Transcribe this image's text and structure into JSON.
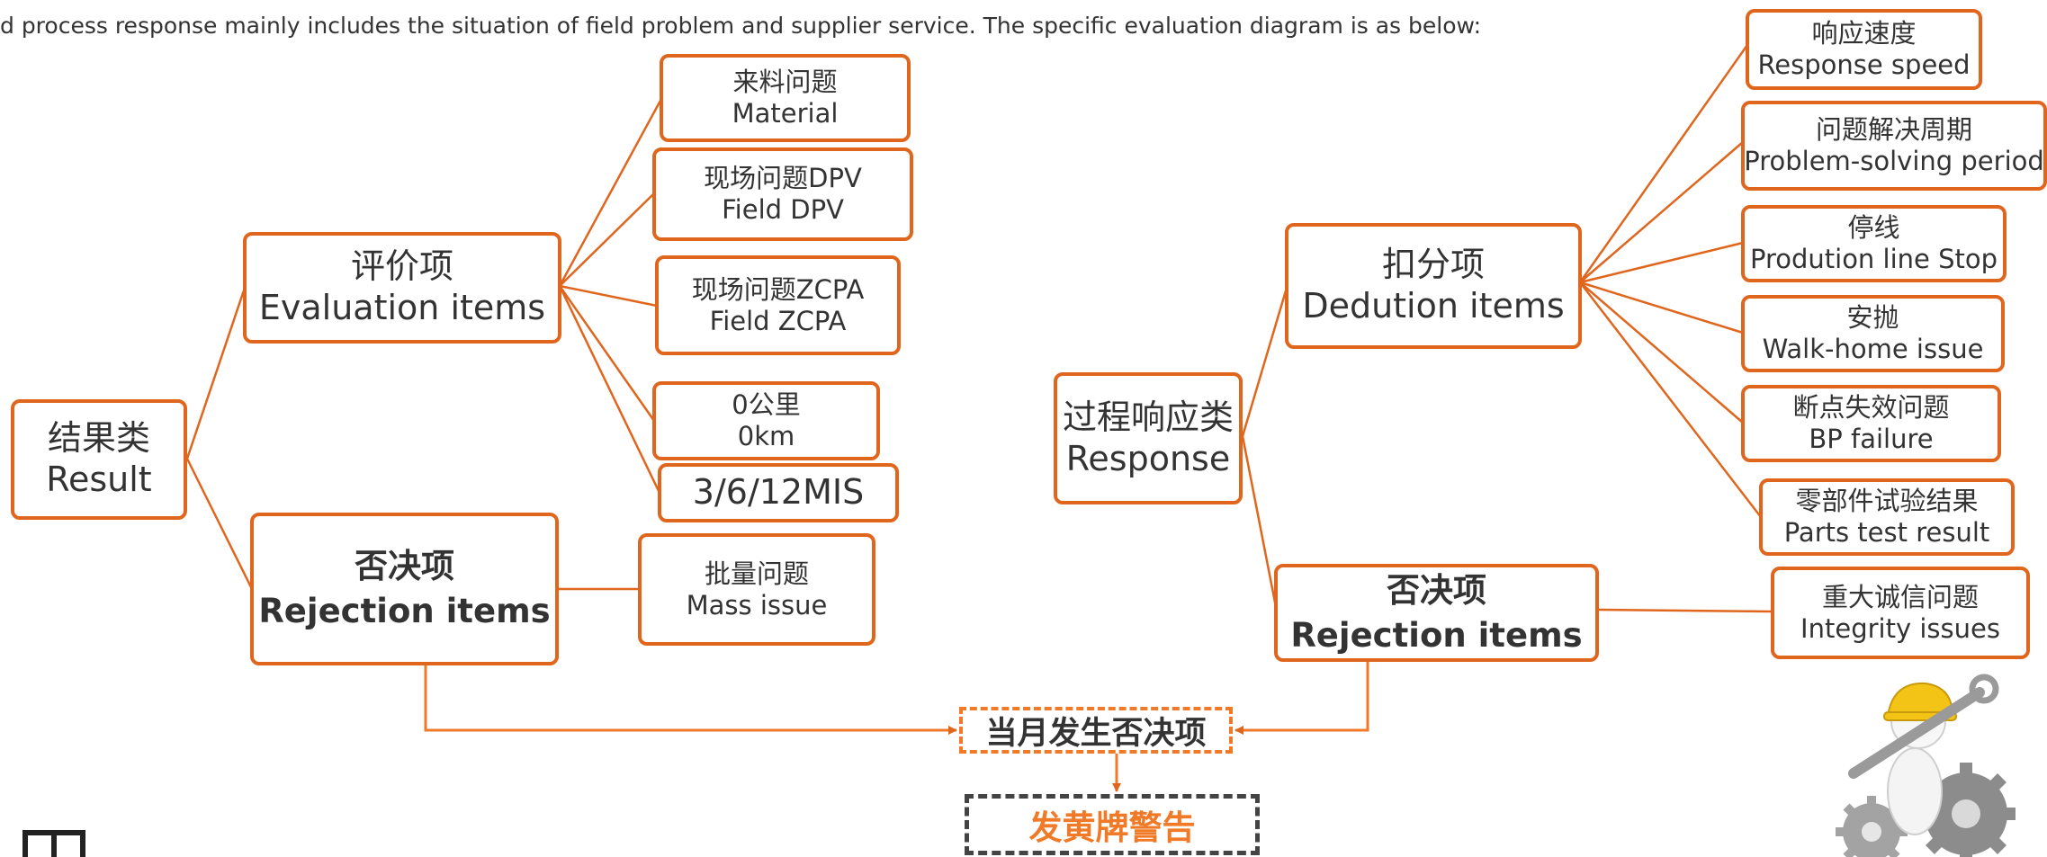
{
  "intro_text": "d process response mainly includes the situation of field problem and supplier service. The specific evaluation diagram is as below:",
  "result": {
    "root": {
      "zh": "结果类",
      "en": "Result"
    },
    "evaluation": {
      "zh": "评价项",
      "en": "Evaluation items"
    },
    "rejection": {
      "zh": "否决项",
      "en": "Rejection items"
    },
    "evaluation_items": [
      {
        "zh": "来料问题",
        "en": "Material"
      },
      {
        "zh": "现场问题DPV",
        "en": "Field DPV"
      },
      {
        "zh": "现场问题ZCPA",
        "en": "Field ZCPA"
      },
      {
        "zh": "0公里",
        "en": "0km"
      },
      {
        "zh": "3/6/12MIS",
        "en": ""
      }
    ],
    "rejection_items": [
      {
        "zh": "批量问题",
        "en": "Mass issue"
      }
    ]
  },
  "response": {
    "root": {
      "zh": "过程响应类",
      "en": "Response"
    },
    "deduction": {
      "zh": "扣分项",
      "en": "Dedution items"
    },
    "rejection": {
      "zh": "否决项",
      "en": "Rejection items"
    },
    "deduction_items": [
      {
        "zh": "响应速度",
        "en": "Response speed"
      },
      {
        "zh": "问题解决周期",
        "en": "Problem-solving period"
      },
      {
        "zh": "停线",
        "en": "Prodution line Stop"
      },
      {
        "zh": "安抛",
        "en": "Walk-home issue"
      },
      {
        "zh": "断点失效问题",
        "en": "BP failure"
      },
      {
        "zh": "零部件试验结果",
        "en": "Parts test result"
      }
    ],
    "rejection_items": [
      {
        "zh": "重大诚信问题",
        "en": "Integrity issues"
      }
    ]
  },
  "flow": {
    "monthly_rejection": "当月发生否决项",
    "yellow_card": "发黄牌警告"
  },
  "colors": {
    "accent": "#e0661e",
    "dashed_orange": "#f07a28",
    "dashed_dark": "#444444"
  },
  "icons": [
    "worker-with-wrench-and-gears-illustration",
    "window-corner-icon"
  ]
}
